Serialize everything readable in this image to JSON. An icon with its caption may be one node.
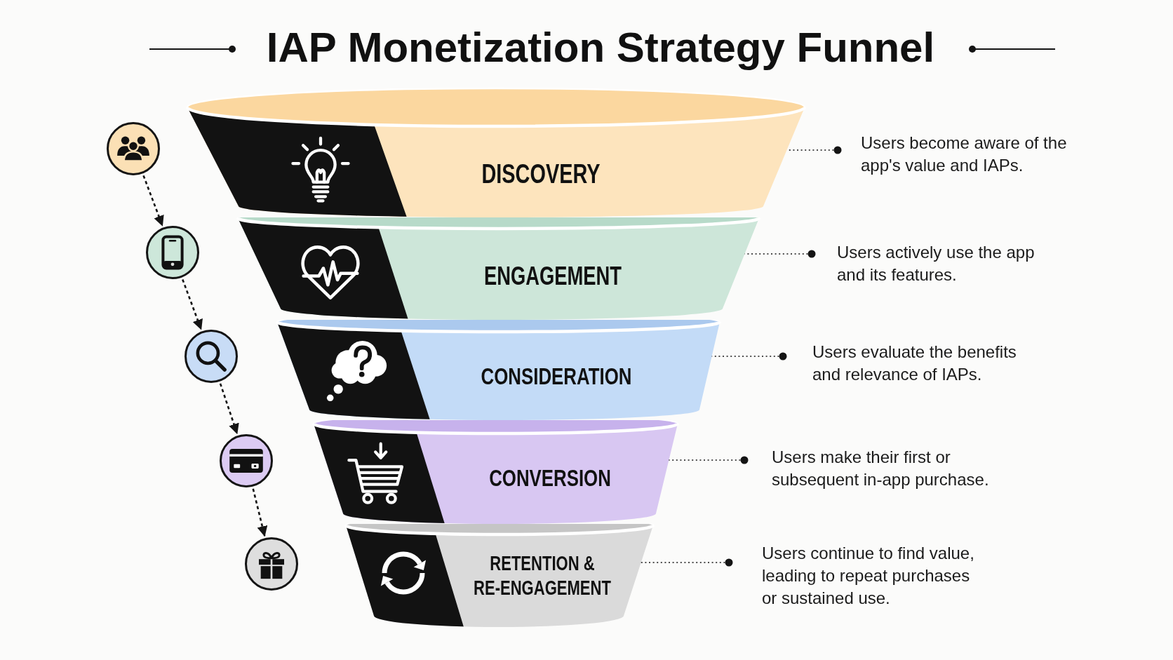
{
  "diagram": {
    "title": "IAP Monetization Strategy Funnel",
    "nodes": [
      {
        "text": [],
        "shape": "circle"
      },
      {
        "text": [
          "DISCOVERY"
        ]
      },
      {
        "text": [
          "Users become aware of the app's value and IAPs."
        ]
      },
      {
        "text": [],
        "shape": "circle"
      },
      {
        "text": [
          "ENGAGEMENT"
        ]
      },
      {
        "text": [
          "Users actively use the app and its features."
        ]
      },
      {
        "text": [],
        "shape": "circle"
      },
      {
        "text": [
          "CONSIDERATION"
        ]
      },
      {
        "text": [
          "Users evaluate the benefits and relevance of IAPs."
        ]
      },
      {
        "text": [],
        "shape": "circle"
      },
      {
        "text": [
          "CONVERSION"
        ]
      },
      {
        "text": [
          "Users make their first or subsequent in-app purchase."
        ]
      },
      {
        "text": [],
        "shape": "circle"
      },
      {
        "text": [
          "RETENTION & RE-ENGAGEMENT"
        ]
      },
      {
        "text": [
          "Users continue to find value, leading to repeat purchases or sustained use."
        ]
      }
    ],
    "edges": [
      {
        "from": 0,
        "to": 3,
        "arrow": "to",
        "style": "dashed"
      },
      {
        "from": 3,
        "to": 6,
        "arrow": "to",
        "style": "dashed"
      },
      {
        "from": 6,
        "to": 9,
        "arrow": "to",
        "style": "dashed"
      },
      {
        "from": 9,
        "to": 12,
        "arrow": "to",
        "style": "dashed"
      },
      {
        "from": 2,
        "to": 1,
        "arrow": "other",
        "style": "dashed"
      },
      {
        "from": 5,
        "to": 4,
        "arrow": "other",
        "style": "dashed"
      },
      {
        "from": 8,
        "to": 7,
        "arrow": "other",
        "style": "dashed"
      },
      {
        "from": 11,
        "to": 10,
        "arrow": "other",
        "style": "dashed"
      },
      {
        "from": 14,
        "to": 13,
        "arrow": "other",
        "style": "dashed"
      }
    ]
  }
}
